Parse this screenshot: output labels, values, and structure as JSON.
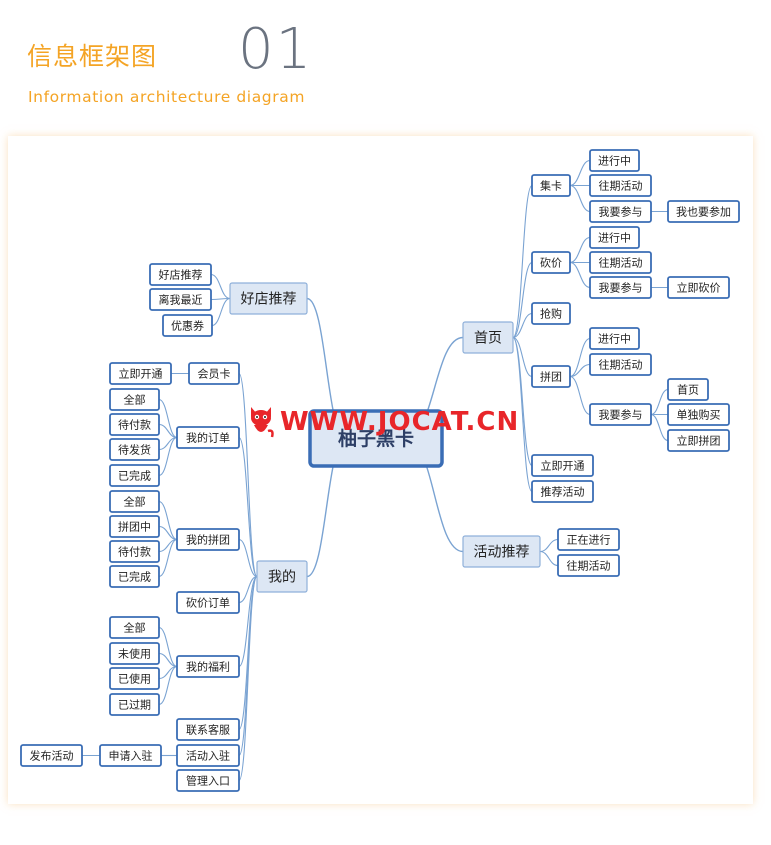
{
  "header": {
    "title_zh": "信息框架图",
    "number": "01",
    "title_en": "Information architecture diagram"
  },
  "watermark": {
    "text": "WWW.JOCAT.CN",
    "icon": "cat-icon",
    "color": "#e8262a"
  },
  "colors": {
    "accent": "#f4a425",
    "node_border": "#3a6db5",
    "node_fill": "#ffffff",
    "branch_fill": "#dde7f4",
    "line": "#7aa3d2"
  },
  "diagram": {
    "root": "柚子黑卡",
    "nodes": [
      {
        "id": "root",
        "label": "柚子黑卡",
        "kind": "root"
      },
      {
        "id": "home",
        "label": "首页",
        "kind": "branch",
        "parent": "root"
      },
      {
        "id": "shop",
        "label": "好店推荐",
        "kind": "branch",
        "parent": "root"
      },
      {
        "id": "mine",
        "label": "我的",
        "kind": "branch",
        "parent": "root"
      },
      {
        "id": "act",
        "label": "活动推荐",
        "kind": "branch",
        "parent": "root"
      },
      {
        "id": "jika",
        "label": "集卡",
        "kind": "leaf",
        "parent": "home"
      },
      {
        "id": "jika1",
        "label": "进行中",
        "kind": "leaf",
        "parent": "jika"
      },
      {
        "id": "jika2",
        "label": "往期活动",
        "kind": "leaf",
        "parent": "jika"
      },
      {
        "id": "jika3",
        "label": "我要参与",
        "kind": "leaf",
        "parent": "jika"
      },
      {
        "id": "jika3a",
        "label": "我也要参加",
        "kind": "leaf",
        "parent": "jika3"
      },
      {
        "id": "kj",
        "label": "砍价",
        "kind": "leaf",
        "parent": "home"
      },
      {
        "id": "kj1",
        "label": "进行中",
        "kind": "leaf",
        "parent": "kj"
      },
      {
        "id": "kj2",
        "label": "往期活动",
        "kind": "leaf",
        "parent": "kj"
      },
      {
        "id": "kj3",
        "label": "我要参与",
        "kind": "leaf",
        "parent": "kj"
      },
      {
        "id": "kj3a",
        "label": "立即砍价",
        "kind": "leaf",
        "parent": "kj3"
      },
      {
        "id": "qg",
        "label": "抢购",
        "kind": "leaf",
        "parent": "home"
      },
      {
        "id": "pt",
        "label": "拼团",
        "kind": "leaf",
        "parent": "home"
      },
      {
        "id": "pt1",
        "label": "进行中",
        "kind": "leaf",
        "parent": "pt"
      },
      {
        "id": "pt2",
        "label": "往期活动",
        "kind": "leaf",
        "parent": "pt"
      },
      {
        "id": "pt3",
        "label": "我要参与",
        "kind": "leaf",
        "parent": "pt"
      },
      {
        "id": "pt3a",
        "label": "首页",
        "kind": "leaf",
        "parent": "pt3"
      },
      {
        "id": "pt3b",
        "label": "单独购买",
        "kind": "leaf",
        "parent": "pt3"
      },
      {
        "id": "pt3c",
        "label": "立即拼团",
        "kind": "leaf",
        "parent": "pt3"
      },
      {
        "id": "ljkt",
        "label": "立即开通",
        "kind": "leaf",
        "parent": "home"
      },
      {
        "id": "tjhd",
        "label": "推荐活动",
        "kind": "leaf",
        "parent": "home"
      },
      {
        "id": "act1",
        "label": "正在进行",
        "kind": "leaf",
        "parent": "act"
      },
      {
        "id": "act2",
        "label": "往期活动",
        "kind": "leaf",
        "parent": "act"
      },
      {
        "id": "shop1",
        "label": "好店推荐",
        "kind": "leaf",
        "parent": "shop"
      },
      {
        "id": "shop2",
        "label": "离我最近",
        "kind": "leaf",
        "parent": "shop"
      },
      {
        "id": "shop3",
        "label": "优惠券",
        "kind": "leaf",
        "parent": "shop"
      },
      {
        "id": "hyk",
        "label": "会员卡",
        "kind": "leaf",
        "parent": "mine"
      },
      {
        "id": "hyk1",
        "label": "立即开通",
        "kind": "leaf",
        "parent": "hyk"
      },
      {
        "id": "dd",
        "label": "我的订单",
        "kind": "leaf",
        "parent": "mine"
      },
      {
        "id": "dd1",
        "label": "全部",
        "kind": "leaf",
        "parent": "dd"
      },
      {
        "id": "dd2",
        "label": "待付款",
        "kind": "leaf",
        "parent": "dd"
      },
      {
        "id": "dd3",
        "label": "待发货",
        "kind": "leaf",
        "parent": "dd"
      },
      {
        "id": "dd4",
        "label": "已完成",
        "kind": "leaf",
        "parent": "dd"
      },
      {
        "id": "wpt",
        "label": "我的拼团",
        "kind": "leaf",
        "parent": "mine"
      },
      {
        "id": "wpt1",
        "label": "全部",
        "kind": "leaf",
        "parent": "wpt"
      },
      {
        "id": "wpt2",
        "label": "拼团中",
        "kind": "leaf",
        "parent": "wpt"
      },
      {
        "id": "wpt3",
        "label": "待付款",
        "kind": "leaf",
        "parent": "wpt"
      },
      {
        "id": "wpt4",
        "label": "已完成",
        "kind": "leaf",
        "parent": "wpt"
      },
      {
        "id": "kjdd",
        "label": "砍价订单",
        "kind": "leaf",
        "parent": "mine"
      },
      {
        "id": "fl",
        "label": "我的福利",
        "kind": "leaf",
        "parent": "mine"
      },
      {
        "id": "fl1",
        "label": "全部",
        "kind": "leaf",
        "parent": "fl"
      },
      {
        "id": "fl2",
        "label": "未使用",
        "kind": "leaf",
        "parent": "fl"
      },
      {
        "id": "fl3",
        "label": "已使用",
        "kind": "leaf",
        "parent": "fl"
      },
      {
        "id": "fl4",
        "label": "已过期",
        "kind": "leaf",
        "parent": "fl"
      },
      {
        "id": "kf",
        "label": "联系客服",
        "kind": "leaf",
        "parent": "mine"
      },
      {
        "id": "hdrz",
        "label": "活动入驻",
        "kind": "leaf",
        "parent": "mine"
      },
      {
        "id": "sqrz",
        "label": "申请入驻",
        "kind": "leaf",
        "parent": "hdrz"
      },
      {
        "id": "fbhd",
        "label": "发布活动",
        "kind": "leaf",
        "parent": "sqrz"
      },
      {
        "id": "glrk",
        "label": "管理入口",
        "kind": "leaf",
        "parent": "mine"
      }
    ]
  }
}
